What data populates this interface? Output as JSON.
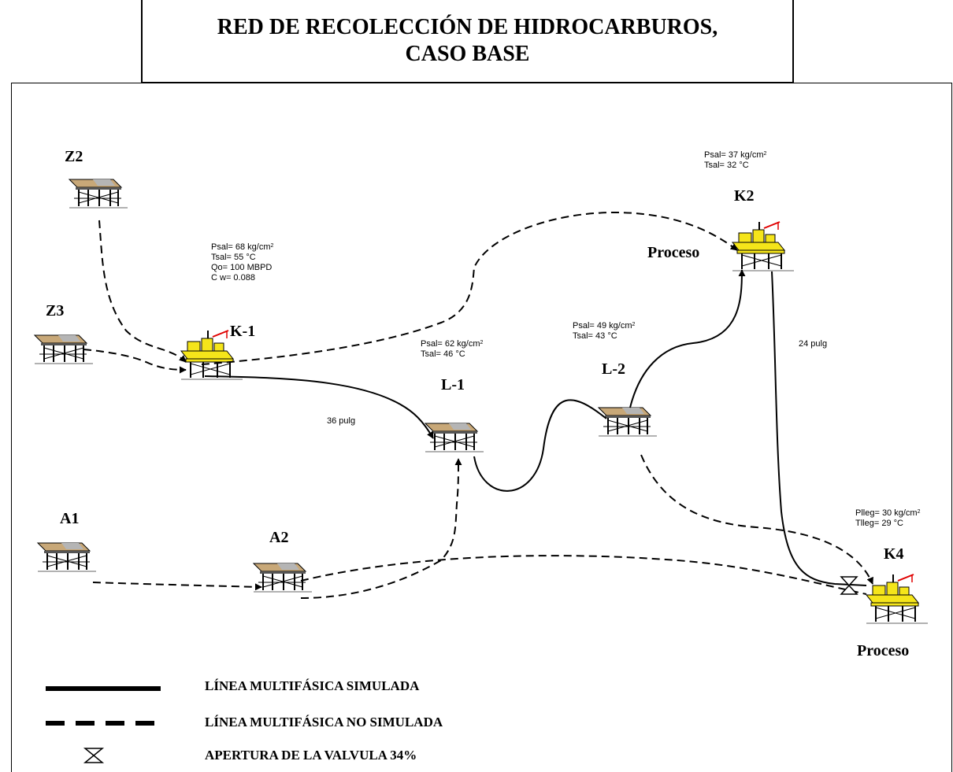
{
  "title": {
    "line1": "RED DE RECOLECCIÓN DE HIDROCARBUROS,",
    "line2": "CASO BASE"
  },
  "nodes": {
    "z2": "Z2",
    "z3": "Z3",
    "k1": "K-1",
    "l1": "L-1",
    "l2": "L-2",
    "k2": "K2",
    "k4": "K4",
    "a1": "A1",
    "a2": "A2"
  },
  "process_labels": {
    "k2": "Proceso",
    "k4": "Proceso"
  },
  "annotations": {
    "k1": {
      "psal": "Psal= 68 kg/cm",
      "tsal": "Tsal= 55 °C",
      "qo": "Qo= 100 MBPD",
      "cw": "C w= 0.088"
    },
    "l1": {
      "psal": "Psal= 62 kg/cm",
      "tsal": "Tsal= 46 °C"
    },
    "l2": {
      "psal": "Psal= 49 kg/cm",
      "tsal": "Tsal= 43 °C"
    },
    "k2": {
      "psal": "Psal= 37 kg/cm",
      "tsal": "Tsal= 32 °C"
    },
    "k4": {
      "plleg": "Plleg= 30 kg/cm",
      "tlleg": "Tlleg= 29 °C"
    },
    "unit_exponent": "2"
  },
  "pipe_sizes": {
    "k1_l1": "36 pulg",
    "k2_k4": "24 pulg"
  },
  "legend": {
    "solid": "LÍNEA MULTIFÁSICA SIMULADA",
    "dashed": "LÍNEA MULTIFÁSICA NO SIMULADA",
    "valve": "APERTURA DE LA VALVULA 34%"
  },
  "colors": {
    "platform_yellow": "#f5e51a",
    "deck_tan": "#c8a878",
    "line": "#000000",
    "flare_red": "#e00000"
  }
}
